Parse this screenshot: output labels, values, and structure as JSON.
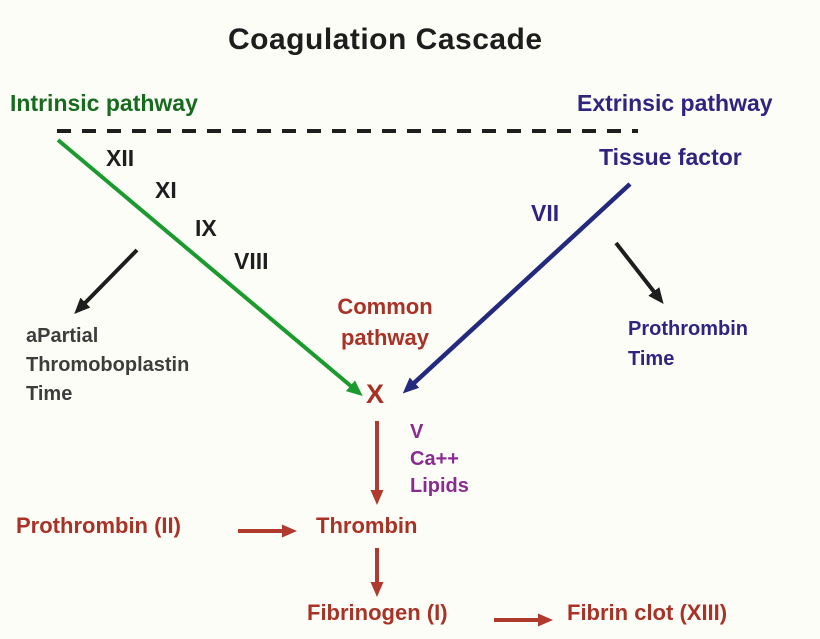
{
  "title": "Coagulation Cascade",
  "colors": {
    "background": "#fdfdf8",
    "title_text": "#1d1d1d",
    "black_text": "#1e1e1e",
    "gray_text": "#3d3d3d",
    "green": "#176b1e",
    "green_line": "#1b9a2e",
    "indigo": "#2f2581",
    "blue_line": "#232a7d",
    "red": "#a93226",
    "red_arrow": "#b03a2e",
    "purple": "#8a2b92"
  },
  "intrinsic": {
    "label": "Intrinsic pathway",
    "factors": [
      "XII",
      "XI",
      "IX",
      "VIII"
    ],
    "test": "aPartial\nThromoboplastin\nTime"
  },
  "extrinsic": {
    "label": "Extrinsic pathway",
    "trigger": "Tissue factor",
    "factor": "VII",
    "test": "Prothrombin\nTime"
  },
  "common": {
    "label": "Common\npathway",
    "factor_x": "X",
    "cofactors": "V\nCa++\nLipids",
    "prothrombin": "Prothrombin (II)",
    "thrombin": "Thrombin",
    "fibrinogen": "Fibrinogen (I)",
    "fibrin_clot": "Fibrin clot (XIII)"
  }
}
